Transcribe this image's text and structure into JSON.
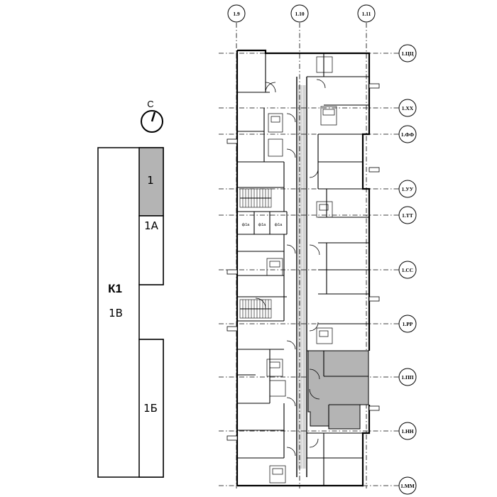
{
  "key_plan": {
    "compass_label": "С",
    "building_label": "К1",
    "sections": [
      {
        "id": "1",
        "label": "1",
        "highlighted": true
      },
      {
        "id": "1A",
        "label": "1А",
        "highlighted": false
      },
      {
        "id": "1V",
        "label": "1В",
        "highlighted": false
      },
      {
        "id": "1B",
        "label": "1Б",
        "highlighted": false
      }
    ]
  },
  "floor_plan": {
    "vertical_axes": [
      "1.9",
      "1.10",
      "1.11"
    ],
    "horizontal_axes": [
      "1.ЦЦ",
      "1.ХХ",
      "1.ФФ",
      "1.УУ",
      "1.ТТ",
      "1.СС",
      "1.РР",
      "1.ПП",
      "1.НН",
      "1.ММ"
    ],
    "room_labels": [
      "ф1а",
      "ф1а",
      "ф1а"
    ],
    "highlighted_unit": true
  },
  "colors": {
    "highlight": "#b4b4b4",
    "line": "#000000",
    "background": "#ffffff"
  }
}
